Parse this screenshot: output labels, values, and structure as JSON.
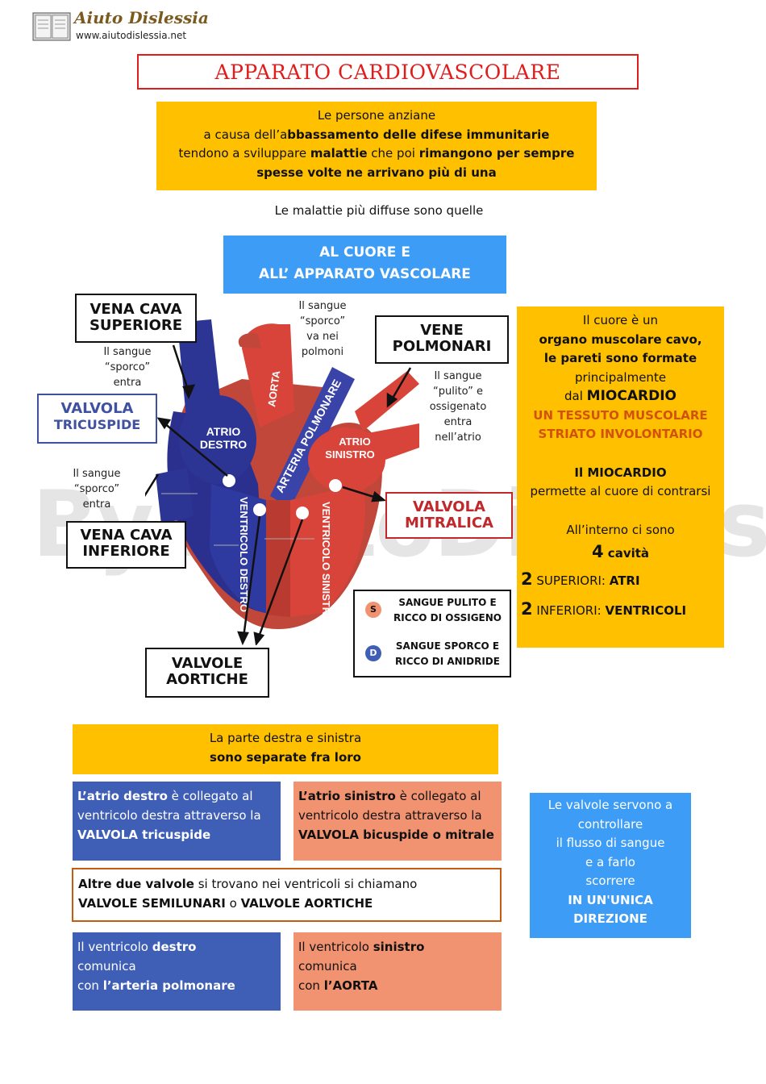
{
  "logo": {
    "name": "Aiuto Dislessia",
    "url": "www.aiutodislessia.net"
  },
  "title": "APPARATO  CARDIOVASCOLARE",
  "intro": {
    "line1": "Le persone anziane",
    "line2a": "a causa dell’a",
    "line2b": "bbassamento delle difese immunitarie",
    "line3a": "tendono a sviluppare ",
    "line3b": "malattie",
    "line3c": " che poi ",
    "line3d": "rimangono per sempre",
    "line4": "spesse volte ne arrivano più di una"
  },
  "lead": "Le malattie più diffuse sono quelle",
  "blue_head": {
    "line1": "AL CUORE E",
    "line2": "ALL’ APPARATO VASCOLARE"
  },
  "diagram": {
    "vena_cava_sup": {
      "l1": "VENA CAVA",
      "l2": "SUPERIORE"
    },
    "vene_polmonari": {
      "l1": "VENE",
      "l2": "POLMONARI"
    },
    "valvola_tricuspide": {
      "l1": "VALVOLA",
      "l2": "TRICUSPIDE"
    },
    "valvola_mitralica": {
      "l1": "VALVOLA",
      "l2": "MITRALICA"
    },
    "vena_cava_inf": {
      "l1": "VENA CAVA",
      "l2": "INFERIORE"
    },
    "valvole_aortiche": {
      "l1": "VALVOLE",
      "l2": "AORTICHE"
    },
    "note_sporco_polmoni": {
      "l1": "Il sangue",
      "l2": "“sporco”",
      "l3": "va nei",
      "l4": "polmoni"
    },
    "note_sporco_entra1": {
      "l1": "Il sangue",
      "l2": "“sporco”",
      "l3": "entra"
    },
    "note_pulito": {
      "l1": "Il sangue",
      "l2": "“pulito” e",
      "l3": "ossigenato",
      "l4": "entra",
      "l5": "nell’atrio"
    },
    "note_sporco_entra2": {
      "l1": "Il sangue",
      "l2": "“sporco”",
      "l3": "entra"
    },
    "heart_labels": {
      "atrio_destro1": "ATRIO",
      "atrio_destro2": "DESTRO",
      "aorta": "AORTA",
      "arteria": "ARTERIA POLMONARE",
      "atrio_sin1": "ATRIO",
      "atrio_sin2": "SINISTRO",
      "ventricolo_destro": "VENTRICOLO DESTRO",
      "ventricolo_sinistro": "VENTRICOLO SINISTRO"
    }
  },
  "legend": {
    "s_letter": "S",
    "s_l1": "SANGUE PULITO E",
    "s_l2": "RICCO DI OSSIGENO",
    "d_letter": "D",
    "d_l1": "SANGUE SPORCO E",
    "d_l2": "RICCO DI ANIDRIDE",
    "colors": {
      "s": "#f19270",
      "d": "#3f5eb5"
    }
  },
  "right_panel": {
    "l1": "Il cuore è un",
    "l2": "organo muscolare cavo,",
    "l3": "le  pareti sono formate",
    "l4": "principalmente",
    "l5a": "dal ",
    "l5b": "MIOCARDIO",
    "l6": "UN TESSUTO MUSCOLARE",
    "l7": "STRIATO INVOLONTARIO",
    "l8": "Il MIOCARDIO",
    "l9": "permette al cuore di contrarsi",
    "l10": "All’interno ci sono",
    "l11a": "4",
    "l11b": " cavità",
    "l12a": "2",
    "l12b": " SUPERIORI: ",
    "l12c": "ATRI",
    "l13a": "2",
    "l13b": " INFERIORI: ",
    "l13c": "VENTRICOLI"
  },
  "separate": {
    "l1": "La parte destra e sinistra",
    "l2": "sono separate fra loro"
  },
  "box_atrio_dx": {
    "a": "L’atrio destro",
    "b": " è collegato al ventricolo destra attraverso la ",
    "c": "VALVOLA tricuspide"
  },
  "box_atrio_sx": {
    "a": "L’atrio sinistro",
    "b": " è collegato al ventricolo destra attraverso la ",
    "c": "VALVOLA bicuspide o mitrale"
  },
  "box_altre": {
    "a": "Altre due valvole",
    "b": " si trovano nei ventricoli si chiamano ",
    "c": "VALVOLE SEMILUNARI",
    "d": " o ",
    "e": "VALVOLE AORTICHE"
  },
  "box_ventr_dx": {
    "a": "Il ventricolo ",
    "b": "destro",
    "c": "comunica",
    "d": "con ",
    "e": "l’arteria polmonare"
  },
  "box_ventr_sx": {
    "a": "Il ventricolo ",
    "b": "sinistro",
    "c": "comunica",
    "d": "con ",
    "e": "l’AORTA"
  },
  "valv_note": {
    "l1": "Le valvole servono a",
    "l2": "controllare",
    "l3": "il flusso di sangue",
    "l4": "e a farlo",
    "l5": "scorrere",
    "l6": "IN UN'UNICA",
    "l7": "DIREZIONE"
  },
  "watermark": "By AiutoDislessia.net"
}
